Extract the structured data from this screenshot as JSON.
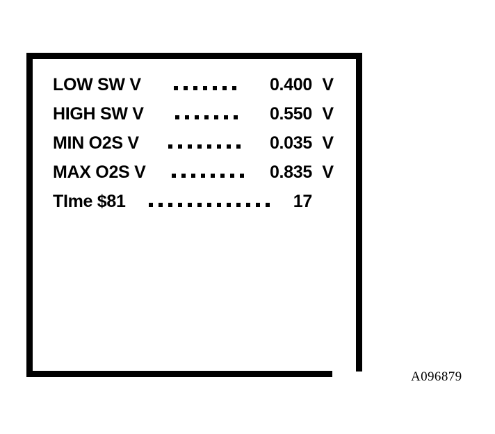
{
  "figure": {
    "id_label": "A096879",
    "border_color": "#000000",
    "background_color": "#ffffff",
    "text_color": "#000000"
  },
  "display": {
    "rows": [
      {
        "label": "LOW SW V",
        "dots": 7,
        "value": "0.400",
        "unit": "V"
      },
      {
        "label": "HIGH SW V",
        "dots": 7,
        "value": "0.550",
        "unit": "V"
      },
      {
        "label": "MIN O2S V",
        "dots": 8,
        "value": "0.035",
        "unit": "V"
      },
      {
        "label": "MAX O2S V",
        "dots": 8,
        "value": "0.835",
        "unit": "V"
      },
      {
        "label": "TIme  $81",
        "dots": 13,
        "value": "17",
        "unit": ""
      }
    ]
  }
}
